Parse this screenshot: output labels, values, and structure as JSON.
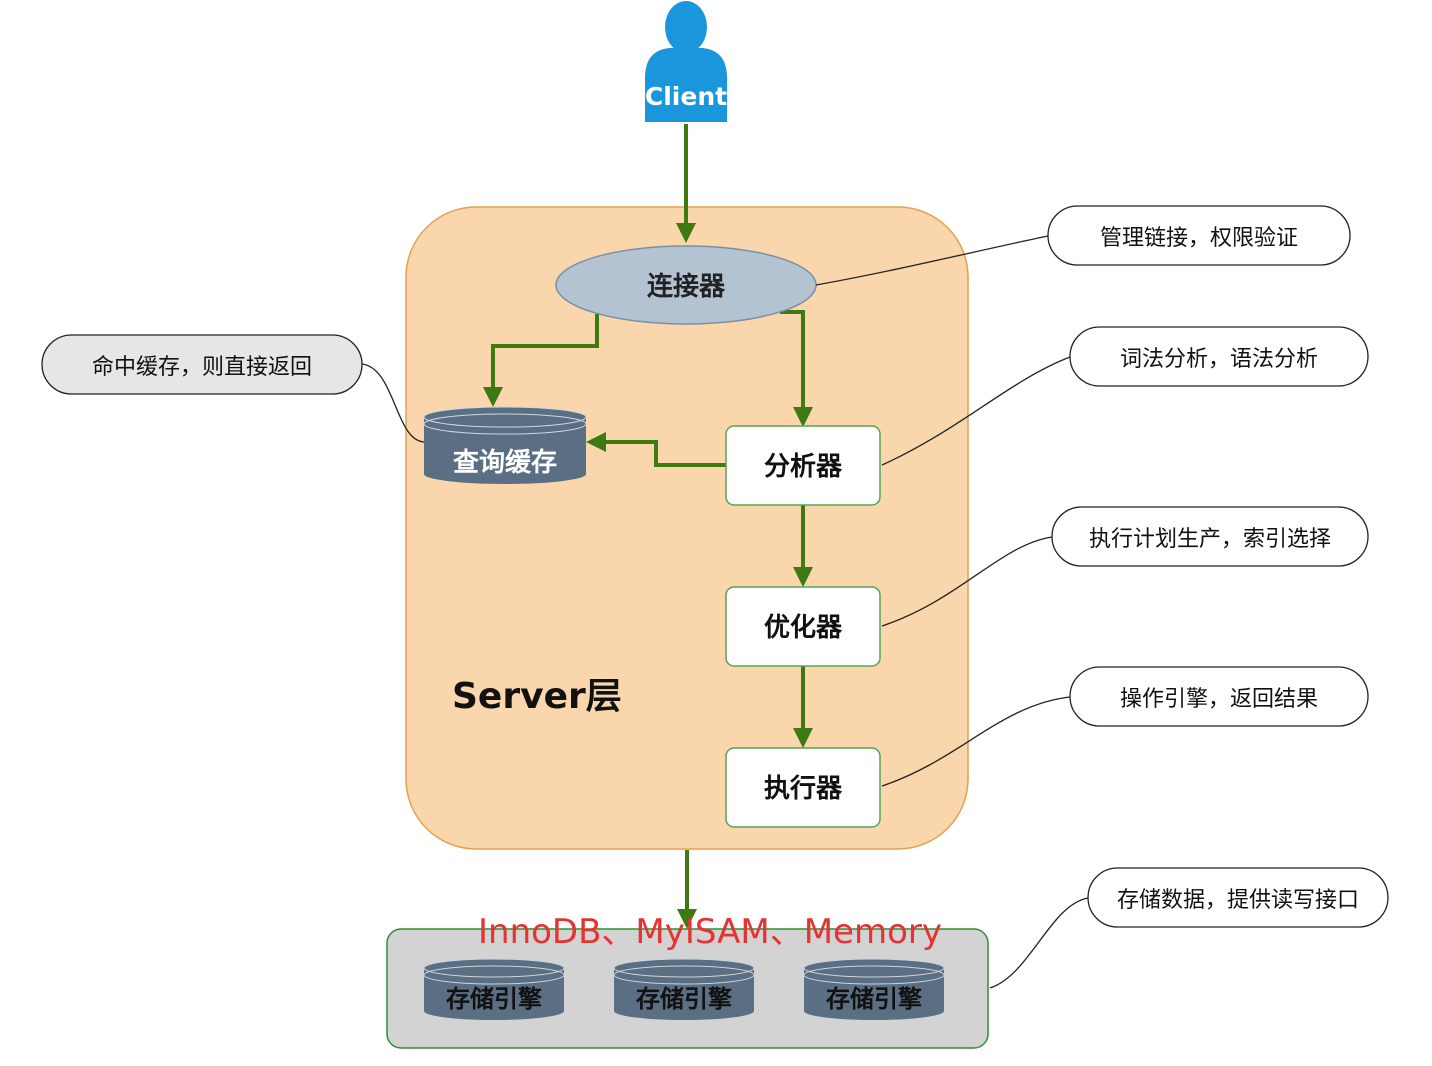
{
  "client": {
    "label": "Client"
  },
  "server": {
    "label": "Server层"
  },
  "nodes": {
    "connector": "连接器",
    "query_cache": "查询缓存",
    "analyzer": "分析器",
    "optimizer": "优化器",
    "executor": "执行器"
  },
  "notes": {
    "connector": "管理链接，权限验证",
    "cache": "命中缓存，则直接返回",
    "analyzer": "词法分析，语法分析",
    "optimizer": "执行计划生产，索引选择",
    "executor": "操作引擎，返回结果",
    "storage": "存储数据，提供读写接口"
  },
  "storage": {
    "engines_caption": "InnoDB、MyISAM、Memory",
    "engines": [
      "存储引擎",
      "存储引擎",
      "存储引擎"
    ]
  },
  "colors": {
    "arrow": "#3e7a12",
    "server_fill": "#f9d6ab",
    "server_stroke": "#e6a04e",
    "client": "#1a96dc",
    "connector_fill": "#b4c3d2",
    "cache_fill": "#5a6e84",
    "box_stroke": "#5aa05a",
    "storage_fill": "#d3d3d3",
    "engines_caption": "#e63232"
  }
}
